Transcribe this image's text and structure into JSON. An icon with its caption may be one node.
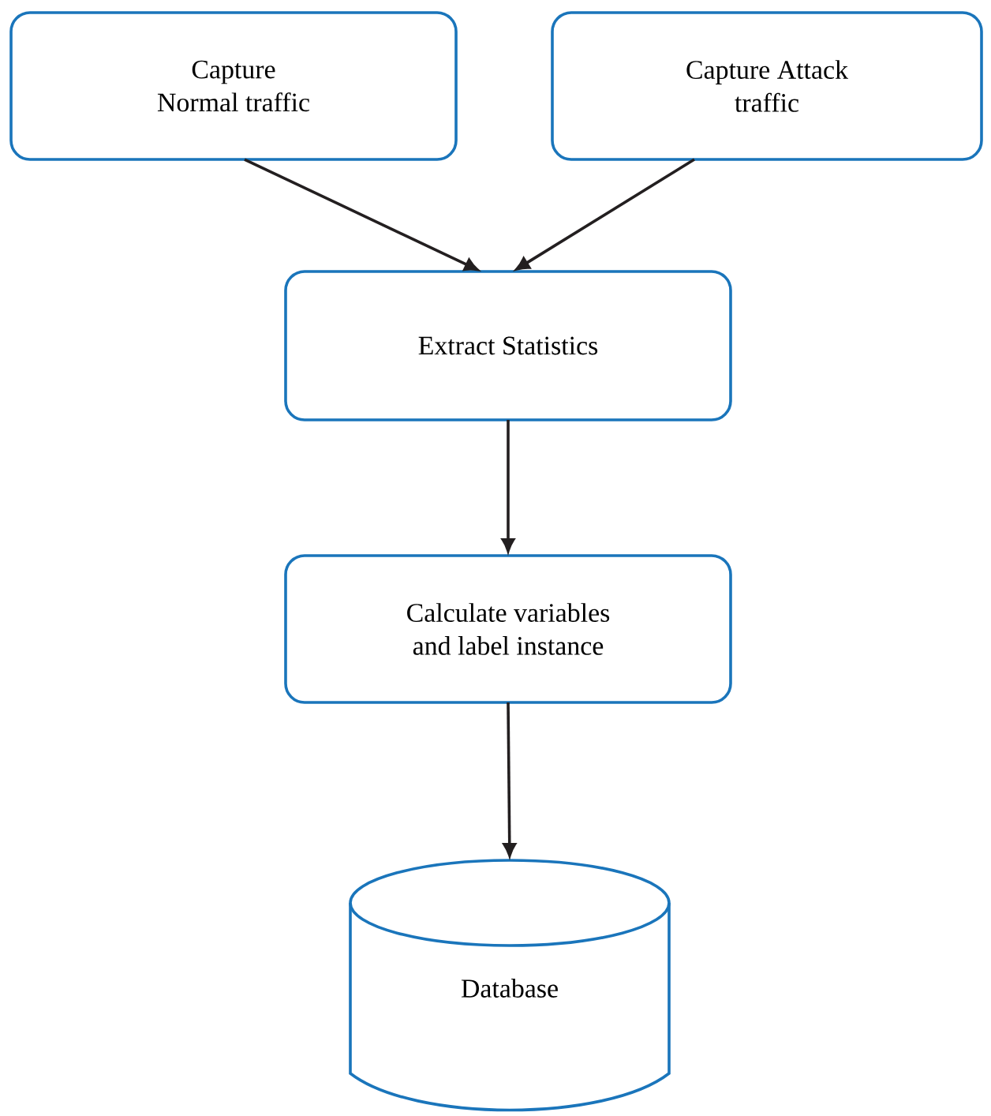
{
  "diagram": {
    "nodes": [
      {
        "text": [
          "Capture Normal traffic"
        ]
      },
      {
        "text": [
          "Capture Attack traffic"
        ]
      },
      {
        "text": [
          "Extract Statistics"
        ]
      },
      {
        "text": [
          "Calculate variables and label instance"
        ]
      },
      {
        "text": [
          "Database"
        ]
      }
    ],
    "edges": [
      {
        "from": 0,
        "to": 2,
        "arrow": "to"
      },
      {
        "from": 1,
        "to": 2,
        "arrow": "to"
      },
      {
        "from": 2,
        "to": 3,
        "arrow": "to"
      },
      {
        "from": 3,
        "to": 4,
        "arrow": "to"
      }
    ]
  }
}
